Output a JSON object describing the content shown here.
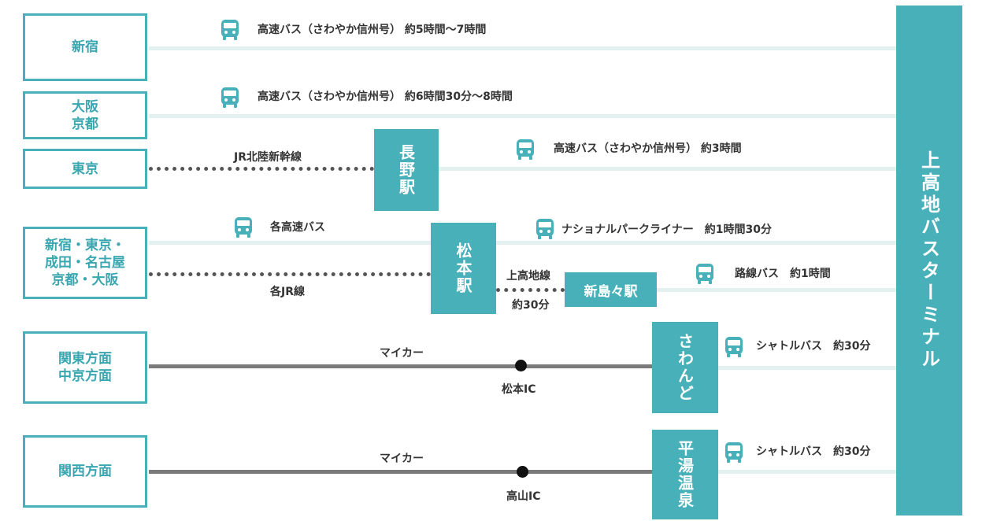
{
  "colors": {
    "teal": "#47b0b9",
    "light_line": "#e3f1f1",
    "dotted": "#555555",
    "road": "#7a7a7a"
  },
  "icons": {
    "bus": "bus-icon"
  },
  "origins": {
    "shinjuku": "新宿",
    "osaka_kyoto": "大阪\n京都",
    "tokyo": "東京",
    "multi": "新宿・東京・\n成田・名古屋\n京都・大阪",
    "kanto_chukyo": "関東方面\n中京方面",
    "kansai": "関西方面"
  },
  "hubs": {
    "nagano": "長野駅",
    "matsumoto": "松本駅",
    "shinshimashima": "新島々駅",
    "sawando": "さわんど",
    "hirayu": "平湯温泉",
    "terminal": "上高地バスターミナル"
  },
  "routes": {
    "r1": "高速バス（さわやか信州号） 約5時間〜7時間",
    "r2": "高速バス（さわやか信州号） 約6時間30分〜8時間",
    "jr_hokuriku": "JR北陸新幹線",
    "r3": "高速バス（さわやか信州号） 約3時間",
    "kaku_kousoku": "各高速バス",
    "national_park": "ナショナルパークライナー　約1時間30分",
    "kaku_jr": "各JR線",
    "kamikochi_line": "上高地線",
    "kamikochi_line_time": "約30分",
    "rosen_bus": "路線バス　約1時間",
    "mycar1": "マイカー",
    "matsumoto_ic": "松本IC",
    "shuttle1": "シャトルバス　約30分",
    "mycar2": "マイカー",
    "takayama_ic": "高山IC",
    "shuttle2": "シャトルバス　約30分"
  }
}
